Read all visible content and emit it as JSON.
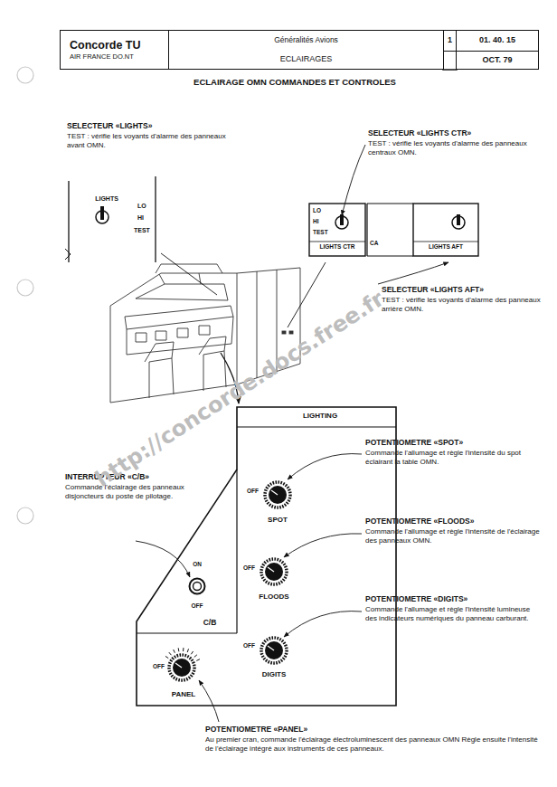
{
  "diagram": {
    "title": "ECLAIRAGE OMN COMMANDES ET CONTROLES",
    "nodes": [
      {
        "text": [
          "Concorde TU",
          "AIR FRANCE DO.NT"
        ]
      },
      {
        "text": [
          "Généralités Avions",
          "ECLAIRAGES"
        ]
      },
      {
        "text": [
          "1"
        ]
      },
      {
        "text": [
          "01. 40. 15"
        ]
      },
      {
        "text": [
          "OCT. 79"
        ]
      },
      {
        "text": [
          "LIGHTS",
          "LO",
          "HI",
          "TEST"
        ]
      },
      {
        "text": [
          "LO",
          "HI",
          "TEST",
          "LIGHTS CTR"
        ]
      },
      {
        "text": [
          "LIGHTS AFT"
        ]
      },
      {
        "text": [
          "LIGHTING",
          "OFF",
          "SPOT",
          "OFF",
          "FLOODS",
          "OFF",
          "DIGITS",
          "ON",
          "OFF",
          "C/B",
          "OFF",
          "PANEL"
        ]
      }
    ],
    "labels": [
      "SELECTEUR «LIGHTS»",
      "TEST : vérifie les voyants d'alarme des panneaux avant OMN.",
      "SELECTEUR «LIGHTS CTR»",
      "TEST : vérifie les voyants d'alarme des panneaux centraux OMN.",
      "CA",
      "SELECTEUR «LIGHTS AFT»",
      "TEST : vérifie les voyants d'alarme des panneaux arrière OMN.",
      "POTENTIOMETRE «SPOT»",
      "Commande l'allumage et règle l'intensité du spot éclairant la table OMN.",
      "INTERRUPTEUR «C/B»",
      "Commande l'éclairage des panneaux disjoncteurs du poste de pilotage.",
      "POTENTIOMETRE «FLOODS»",
      "Commande l'allumage et règle l'intensité de l'éclairage des panneaux OMN.",
      "POTENTIOMETRE «DIGITS»",
      "Commande l'allumage et règle l'intensité lumineuse des indicateurs numériques du panneau carburant.",
      "POTENTIOMETRE «PANEL»",
      "Au premier cran, commande l'éclairage électroluminescent des panneaux OMN Règle ensuite l'intensité de l'éclairage intégré aux instruments de ces panneaux.",
      "http://concorde.docs.free.fr"
    ]
  }
}
